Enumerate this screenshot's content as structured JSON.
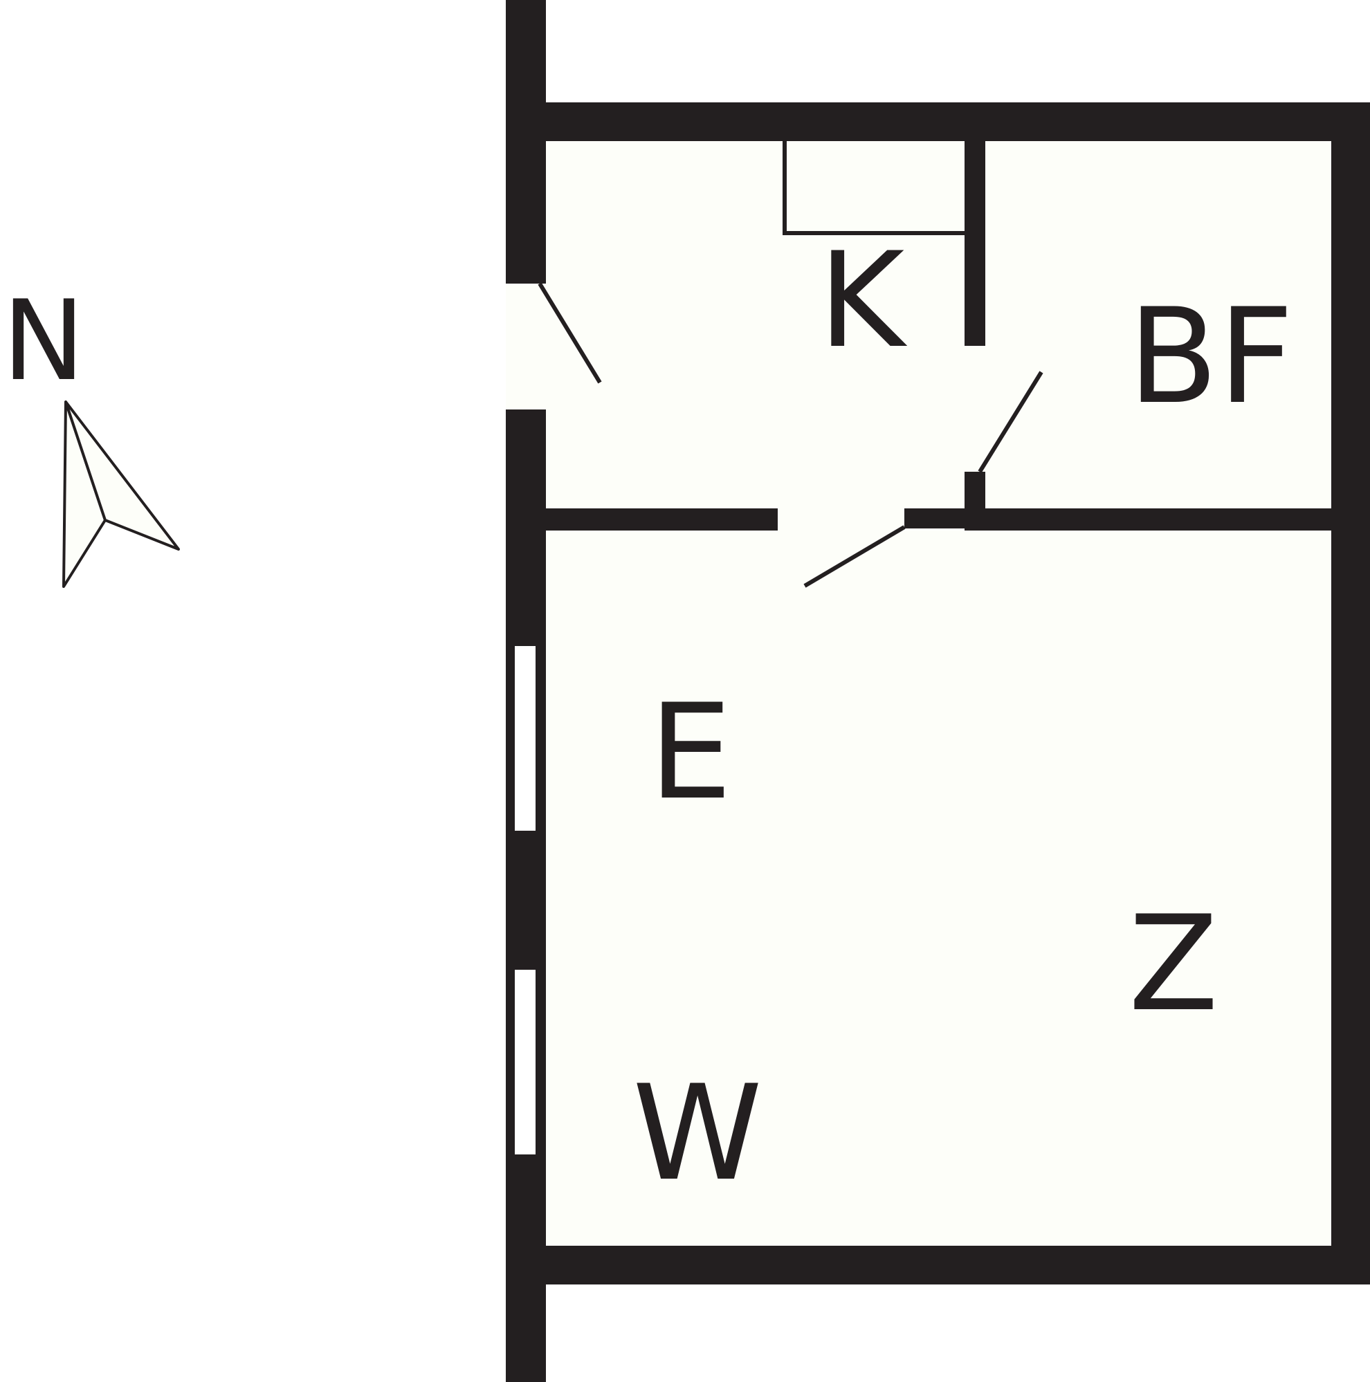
{
  "colors": {
    "wall": "#231f20",
    "floor": "#fdfef9",
    "background": "#ffffff",
    "text": "#231f20"
  },
  "compass": {
    "label": "N",
    "icon": "north-arrow-icon"
  },
  "rooms": {
    "kitchen": {
      "label": "K"
    },
    "bathroom": {
      "label": "BF"
    },
    "entrance": {
      "label": "E"
    },
    "living": {
      "label": "W"
    },
    "room": {
      "label": "Z"
    }
  }
}
